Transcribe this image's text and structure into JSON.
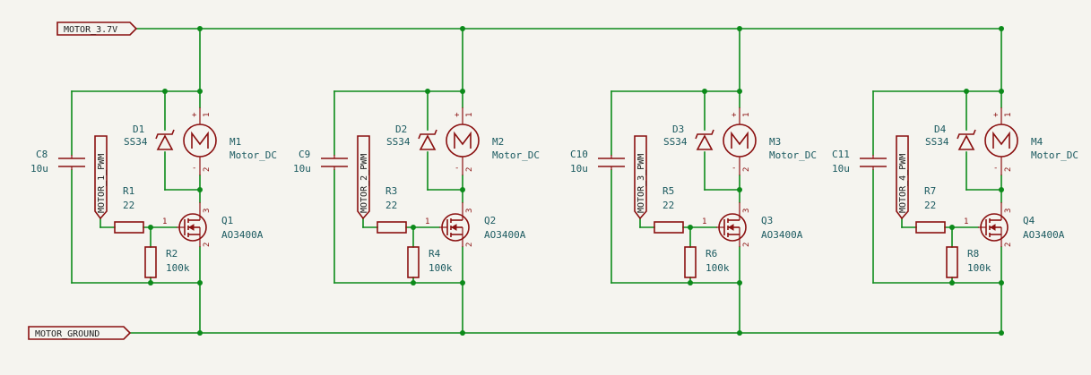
{
  "nets": {
    "supply": "MOTOR_3.7V",
    "ground": "MOTOR_GROUND"
  },
  "channels": [
    {
      "cap_ref": "C8",
      "cap_val": "10u",
      "pwm": "MOTOR_1_PWM",
      "diode_ref": "D1",
      "diode_val": "SS34",
      "motor_ref": "M1",
      "motor_val": "Motor_DC",
      "rg_ref": "R1",
      "rg_val": "22",
      "rpd_ref": "R2",
      "rpd_val": "100k",
      "fet_ref": "Q1",
      "fet_val": "AO3400A"
    },
    {
      "cap_ref": "C9",
      "cap_val": "10u",
      "pwm": "MOTOR_2_PWM",
      "diode_ref": "D2",
      "diode_val": "SS34",
      "motor_ref": "M2",
      "motor_val": "Motor_DC",
      "rg_ref": "R3",
      "rg_val": "22",
      "rpd_ref": "R4",
      "rpd_val": "100k",
      "fet_ref": "Q2",
      "fet_val": "AO3400A"
    },
    {
      "cap_ref": "C10",
      "cap_val": "10u",
      "pwm": "MOTOR_3_PWM",
      "diode_ref": "D3",
      "diode_val": "SS34",
      "motor_ref": "M3",
      "motor_val": "Motor_DC",
      "rg_ref": "R5",
      "rg_val": "22",
      "rpd_ref": "R6",
      "rpd_val": "100k",
      "fet_ref": "Q3",
      "fet_val": "AO3400A"
    },
    {
      "cap_ref": "C11",
      "cap_val": "10u",
      "pwm": "MOTOR_4_PWM",
      "diode_ref": "D4",
      "diode_val": "SS34",
      "motor_ref": "M4",
      "motor_val": "Motor_DC",
      "rg_ref": "R7",
      "rg_val": "22",
      "rpd_ref": "R8",
      "rpd_val": "100k",
      "fet_ref": "Q4",
      "fet_val": "AO3400A"
    }
  ],
  "pins": {
    "one": "1",
    "two": "2",
    "three": "3",
    "plus": "+",
    "minus": "-"
  },
  "colors": {
    "wire": "#0c8a1a",
    "symbol": "#8a1010",
    "reference": "#1b5a60"
  }
}
